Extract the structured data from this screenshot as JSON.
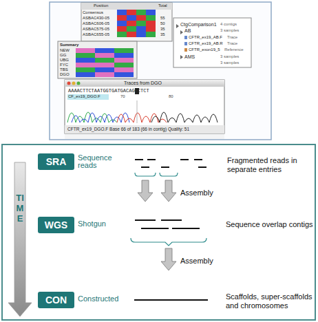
{
  "diagram": {
    "nodes": [
      {
        "text": [
          "SRA",
          "Sequence reads"
        ]
      },
      {
        "text": [
          "WGS",
          "Shotgun"
        ]
      },
      {
        "text": [
          "CON",
          "Constructed"
        ]
      }
    ],
    "labels": [
      "Position",
      "Consensus",
      "ASBAC430-05",
      "ASBAC606-05",
      "ASBAC575-05",
      "ASBAC655-05",
      "Total",
      "55",
      "50",
      "35",
      "35",
      "Summary",
      "NEW",
      "GG",
      "UBG",
      "FYC",
      "TBS",
      "DGO",
      "CtgComparison1",
      "4 contigs",
      "AB",
      "3 samples",
      "CFTR_ex19_AB.F",
      "Trace",
      "CFTR_ex19_AB.R",
      "Trace",
      "CFTR_exon19_5",
      "Reference",
      "AMS",
      "3 samples",
      "3 samples",
      "Traces from DGO",
      "AAAACTTCTAATGGTGATGACAGCCTCT",
      "CF_ex19_DGO.F",
      "70",
      "80",
      "CFTR_ex19_DGO.F Base 66 of 183 (66 in contig) Quality: 51",
      "Fragmented reads in separate entries",
      "Assembly",
      "Sequence overlap contigs",
      "Assembly",
      "Scaffolds, super-scaffolds and chromosomes",
      "TIME"
    ]
  }
}
